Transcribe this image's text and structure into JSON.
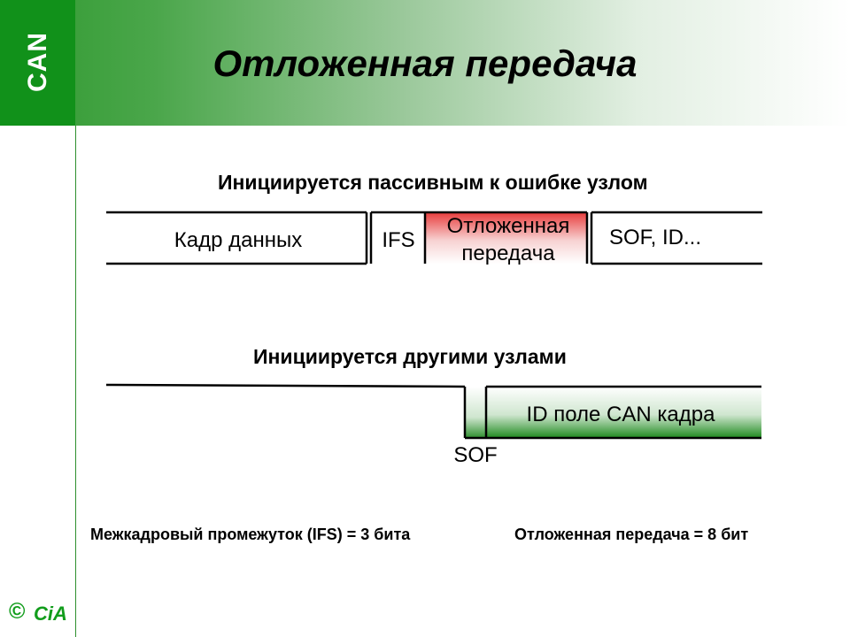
{
  "header": {
    "logo": "CAN",
    "title": "Отложенная передача"
  },
  "diagram1": {
    "caption": "Инициируется пассивным к ошибке узлом",
    "frame_label": "Кадр данных",
    "ifs_label": "IFS",
    "suspend_label_line1": "Отложенная",
    "suspend_label_line2": "передача",
    "sof_id_label": "SOF, ID...",
    "suspend_color": "#e83c3c"
  },
  "diagram2": {
    "caption": "Инициируется другими узлами",
    "id_field_label": "ID поле CAN кадра",
    "sof_label": "SOF",
    "accent_color": "#1f8a1f"
  },
  "footer": {
    "ifs_note": "Межкадровый промежуток (IFS) = 3 бита",
    "suspend_note": "Отложенная передача = 8 бит",
    "copyright_symbol": "©",
    "org_logo": "CiA"
  },
  "colors": {
    "brand_green": "#11911a",
    "header_gradient_end": "#ffffff"
  }
}
